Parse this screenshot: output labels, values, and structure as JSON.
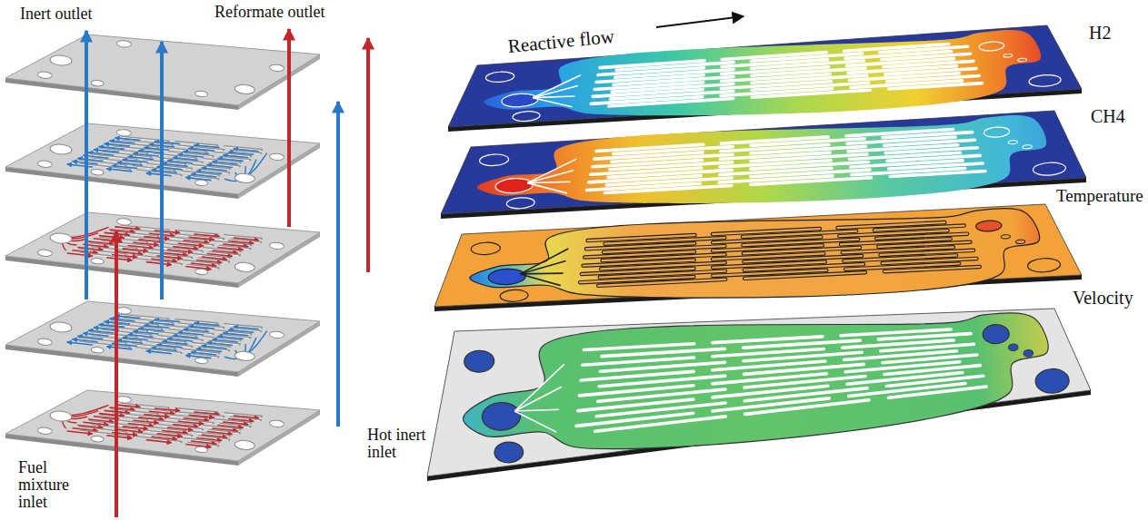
{
  "diagram": {
    "labels": [
      "Inert outlet",
      "Reformate outlet",
      "Hot inert inlet",
      "Fuel mixture inlet",
      "Reactive flow",
      "H2",
      "CH4",
      "Temperature",
      "Velocity"
    ]
  }
}
